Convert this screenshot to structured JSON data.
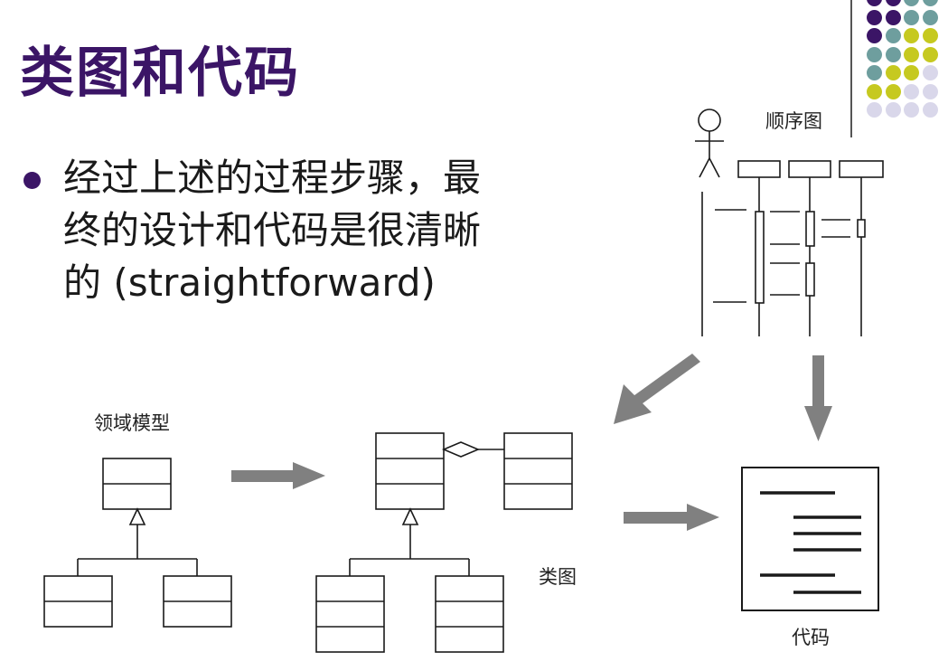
{
  "title": "类图和代码",
  "bullet": {
    "text_line1": "经过上述的过程步骤，最",
    "text_line2": "终的设计和代码是很清晰",
    "text_line3": "的 (straightforward)"
  },
  "labels": {
    "sequence_diagram": "顺序图",
    "domain_model": "领域模型",
    "class_diagram": "类图",
    "code": "代码"
  },
  "colors": {
    "title": "#3b1566",
    "purple": "#3b1566",
    "teal": "#6e9e9e",
    "lime": "#c6c920",
    "lavender": "#d9d7ea",
    "arrow": "#808080"
  },
  "decor_dots": [
    [
      "purple",
      "purple",
      "teal",
      "teal"
    ],
    [
      "purple",
      "purple",
      "teal",
      "teal"
    ],
    [
      "purple",
      "teal",
      "lime",
      "lime"
    ],
    [
      "teal",
      "teal",
      "lime",
      "lime"
    ],
    [
      "teal",
      "lime",
      "lime",
      "lavender"
    ],
    [
      "lime",
      "lime",
      "lavender",
      "lavender"
    ],
    [
      "lavender",
      "lavender",
      "lavender",
      "lavender"
    ]
  ]
}
